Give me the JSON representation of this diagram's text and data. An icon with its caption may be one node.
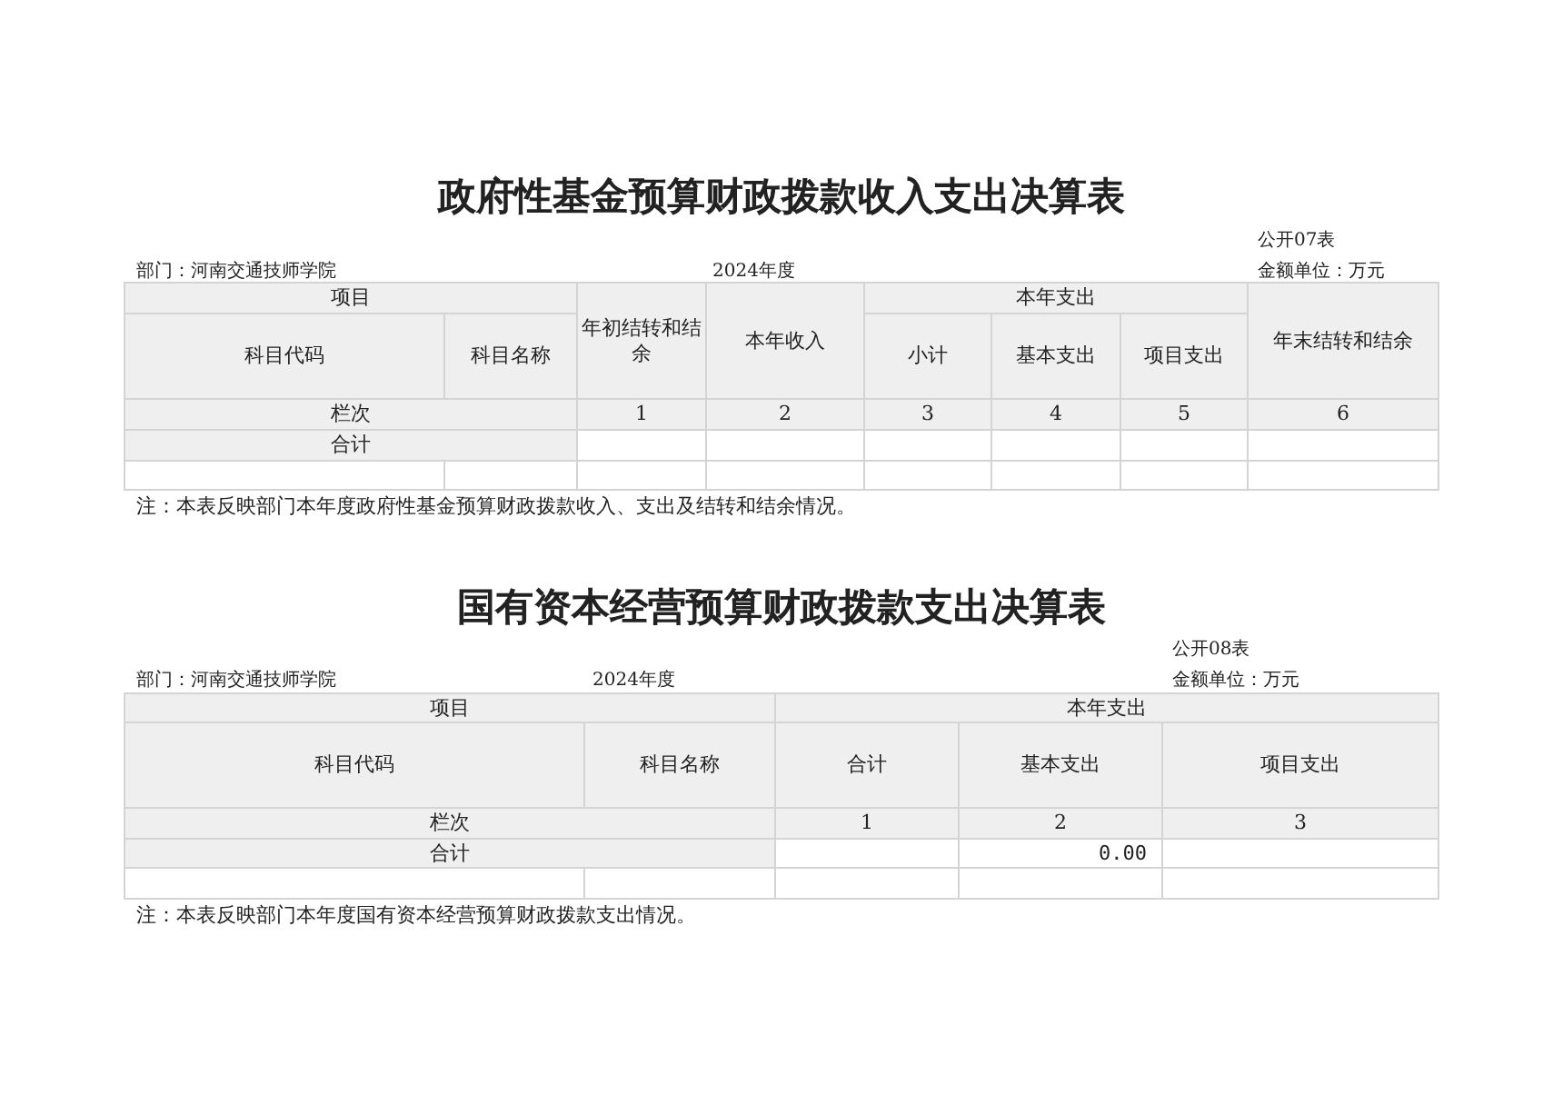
{
  "diagram": {
    "title": "政府性基金预算财政拨款收入支出决算表",
    "labels": [
      "公开07表",
      "部门：河南交通技师学院",
      "2024年度",
      "金额单位：万元",
      "项目",
      "年初结转和结余",
      "本年收入",
      "本年支出",
      "年末结转和结余",
      "科目代码",
      "科目名称",
      "小计",
      "基本支出",
      "项目支出",
      "栏次",
      "1",
      "2",
      "3",
      "4",
      "5",
      "6",
      "合计",
      "注：本表反映部门本年度政府性基金预算财政拨款收入、支出及结转和结余情况。",
      "国有资本经营预算财政拨款支出决算表",
      "公开08表",
      "部门：河南交通技师学院",
      "2024年度",
      "金额单位：万元",
      "项目",
      "本年支出",
      "科目代码",
      "科目名称",
      "合计",
      "基本支出",
      "项目支出",
      "栏次",
      "1",
      "2",
      "3",
      "合计",
      "0.00",
      "注：本表反映部门本年度国有资本经营预算财政拨款支出情况。"
    ]
  }
}
